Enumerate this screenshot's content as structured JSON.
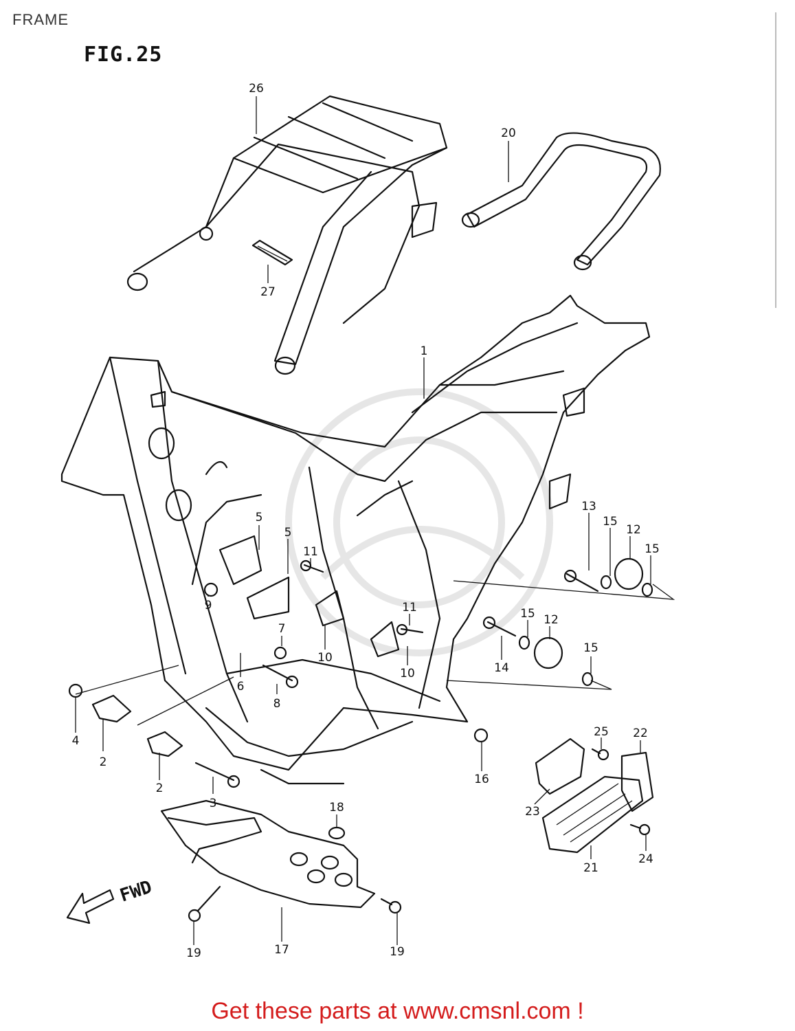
{
  "page_title": "FRAME",
  "figure_label": "FIG.25",
  "direction_label": "FWD",
  "footer": "Get these parts at www.cmsnl.com !",
  "colors": {
    "footer_text": "#d41c1c",
    "line": "#111111"
  },
  "callouts": [
    {
      "id": "c1",
      "label": "1"
    },
    {
      "id": "c2a",
      "label": "2"
    },
    {
      "id": "c2b",
      "label": "2"
    },
    {
      "id": "c3",
      "label": "3"
    },
    {
      "id": "c4",
      "label": "4"
    },
    {
      "id": "c5a",
      "label": "5"
    },
    {
      "id": "c5b",
      "label": "5"
    },
    {
      "id": "c6",
      "label": "6"
    },
    {
      "id": "c7",
      "label": "7"
    },
    {
      "id": "c8",
      "label": "8"
    },
    {
      "id": "c9",
      "label": "9"
    },
    {
      "id": "c10a",
      "label": "10"
    },
    {
      "id": "c10b",
      "label": "10"
    },
    {
      "id": "c11a",
      "label": "11"
    },
    {
      "id": "c11b",
      "label": "11"
    },
    {
      "id": "c12a",
      "label": "12"
    },
    {
      "id": "c12b",
      "label": "12"
    },
    {
      "id": "c13",
      "label": "13"
    },
    {
      "id": "c14",
      "label": "14"
    },
    {
      "id": "c15a",
      "label": "15"
    },
    {
      "id": "c15b",
      "label": "15"
    },
    {
      "id": "c15c",
      "label": "15"
    },
    {
      "id": "c15d",
      "label": "15"
    },
    {
      "id": "c16",
      "label": "16"
    },
    {
      "id": "c17",
      "label": "17"
    },
    {
      "id": "c18",
      "label": "18"
    },
    {
      "id": "c19a",
      "label": "19"
    },
    {
      "id": "c19b",
      "label": "19"
    },
    {
      "id": "c20",
      "label": "20"
    },
    {
      "id": "c21",
      "label": "21"
    },
    {
      "id": "c22",
      "label": "22"
    },
    {
      "id": "c23",
      "label": "23"
    },
    {
      "id": "c24",
      "label": "24"
    },
    {
      "id": "c25",
      "label": "25"
    },
    {
      "id": "c26",
      "label": "26"
    },
    {
      "id": "c27",
      "label": "27"
    }
  ]
}
